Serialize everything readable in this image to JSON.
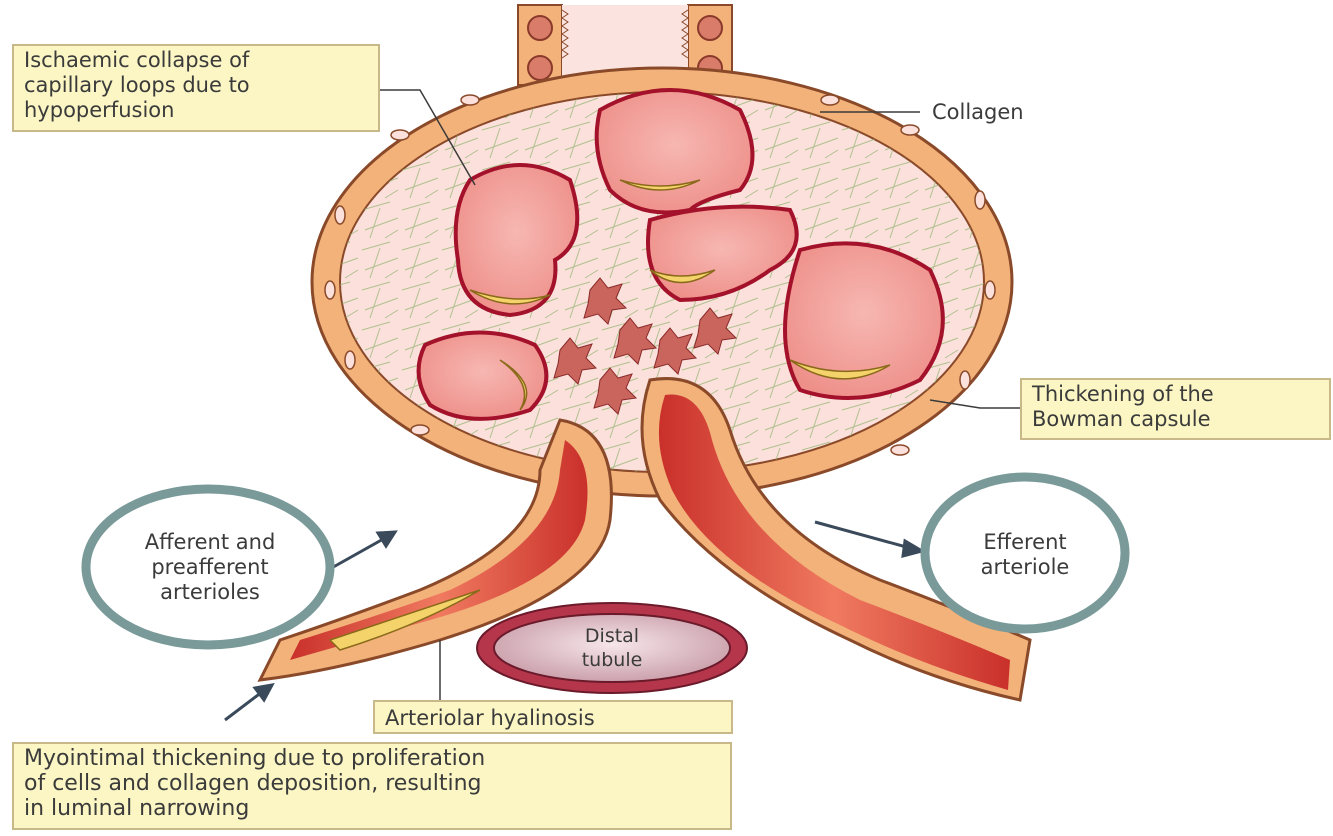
{
  "labels": {
    "ischaemic": [
      "Ischaemic collapse of",
      "capillary loops due to",
      "hypoperfusion"
    ],
    "collagen": "Collagen",
    "bowman": [
      "Thickening of the",
      "Bowman capsule"
    ],
    "afferent": [
      "Afferent and",
      "preafferent",
      "arterioles"
    ],
    "efferent": [
      "Efferent",
      "arteriole"
    ],
    "distal_tubule": [
      "Distal",
      "tubule"
    ],
    "hyalinosis": "Arteriolar hyalinosis",
    "myointimal": [
      "Myointimal thickening due to proliferation",
      "of cells and collagen deposition, resulting",
      "in luminal narrowing"
    ]
  },
  "colors": {
    "label_fill": "#fbf6c4",
    "capsule_orange": "#f2b27a",
    "vessel_red": "#e0533f",
    "capillary_pink": "#f3a0a0",
    "capillary_outline": "#a3122a",
    "highlight_circle": "#7a9a9a",
    "mesangial": "#c9655c"
  }
}
